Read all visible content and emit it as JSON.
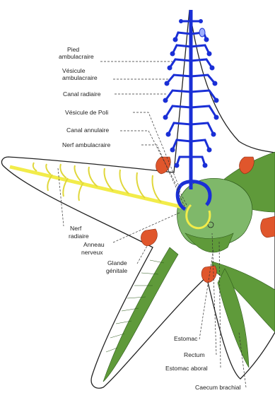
{
  "labels": {
    "pied_line1": "Pied",
    "pied_line2": "ambulacraire",
    "vesicule_amb_line1": "Vésicule",
    "vesicule_amb_line2": "ambulacraire",
    "canal_radiaire": "Canal radiaire",
    "vesicule_poli": "Vésicule de Poli",
    "canal_annulaire": "Canal annulaire",
    "nerf_ambulacraire": "Nerf ambulacraire",
    "nerf_radiaire_line1": "Nerf",
    "nerf_radiaire_line2": "radiaire",
    "anneau_line1": "Anneau",
    "anneau_line2": "nerveux",
    "glande_line1": "Glande",
    "glande_line2": "génitale",
    "estomac": "Estomac",
    "rectum": "Rectum",
    "estomac_aboral": "Estomac aboral",
    "caecum_brachial": "Caecum brachial"
  },
  "colors": {
    "water_vascular": "#1a2fd6",
    "nerve": "#f2ec4a",
    "digestive": "#5f9a3a",
    "stomach": "#7fb86a",
    "gonad": "#e0562c",
    "outline": "#222222"
  }
}
